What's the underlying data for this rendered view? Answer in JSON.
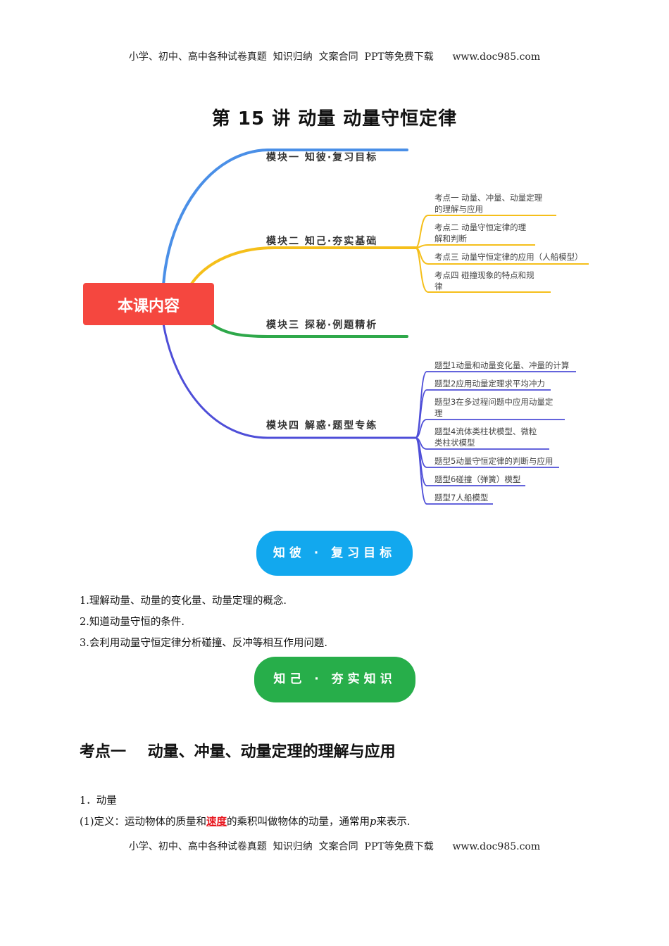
{
  "header": {
    "text": "小学、初中、高中各种试卷真题  知识归纳  文案合同  PPT等免费下载      www.doc985.com"
  },
  "footer": {
    "text": "小学、初中、高中各种试卷真题  知识归纳  文案合同  PPT等免费下载      www.doc985.com"
  },
  "title": "第 15 讲    动量  动量守恒定律",
  "mindmap": {
    "root": "本课内容",
    "colors": {
      "root_bg": "#f5473f",
      "b1": "#4a8fe7",
      "b2": "#f5bf1a",
      "b3": "#2ea84a",
      "b4": "#4e4ed8"
    },
    "branches": [
      {
        "label": "模块一  知彼·复习目标",
        "children": []
      },
      {
        "label": "模块二  知己·夯实基础",
        "children": [
          {
            "lines": [
              "考点一    动量、冲量、动量定理",
              "的理解与应用"
            ]
          },
          {
            "lines": [
              "考点二    动量守恒定律的理",
              "解和判断"
            ]
          },
          {
            "lines": [
              "考点三    动量守恒定律的应用（人船模型）"
            ]
          },
          {
            "lines": [
              "考点四    碰撞现象的特点和规",
              "律"
            ]
          }
        ]
      },
      {
        "label": "模块三  探秘·例题精析",
        "children": []
      },
      {
        "label": "模块四 解惑·题型专练",
        "children": [
          {
            "lines": [
              "题型1动量和动量变化量、冲量的计算"
            ]
          },
          {
            "lines": [
              "题型2应用动量定理求平均冲力"
            ]
          },
          {
            "lines": [
              "题型3在多过程问题中应用动量定",
              "理"
            ]
          },
          {
            "lines": [
              "题型4流体类柱状模型、微粒",
              "类柱状模型"
            ]
          },
          {
            "lines": [
              "题型5动量守恒定律的判断与应用"
            ]
          },
          {
            "lines": [
              "题型6碰撞（弹簧）模型"
            ]
          },
          {
            "lines": [
              "题型7人船模型"
            ]
          }
        ]
      }
    ]
  },
  "pill_review": "知彼 · 复习目标",
  "goals": [
    "1.理解动量、动量的变化量、动量定理的概念.",
    "2.知道动量守恒的条件.",
    "3.会利用动量守恒定律分析碰撞、反冲等相互作用问题."
  ],
  "pill_knowledge": "知己 · 夯实知识",
  "section_heading": "考点一    动量、冲量、动量定理的理解与应用",
  "item1": "1．动量",
  "def": {
    "prefix": "(1)定义：运动物体的质量和",
    "highlight": "速度",
    "middle": "的乘积叫做物体的动量，通常用",
    "symbol": "p",
    "suffix": "来表示."
  }
}
